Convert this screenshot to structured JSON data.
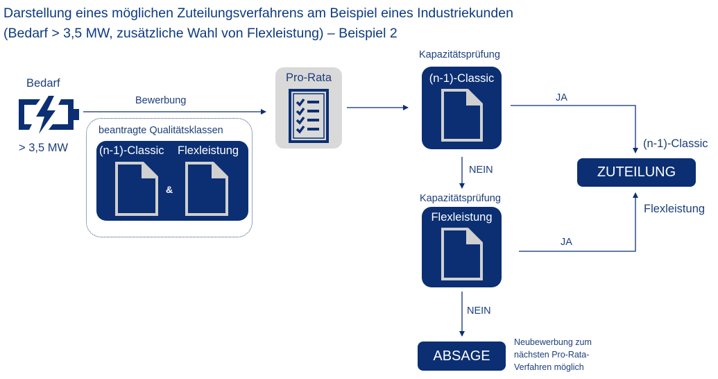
{
  "title": {
    "line1": "Darstellung eines möglichen Zuteilungsverfahrens am Beispiel eines Industriekunden",
    "line2": "(Bedarf > 3,5 MW, zusätzliche Wahl von Flexleistung) – Beispiel 2"
  },
  "colors": {
    "navy": "#0b2f72",
    "grey_box": "#d9d9d9",
    "doc_fill": "#d0d0d0",
    "text": "#1c3e7a"
  },
  "bedarf": {
    "label": "Bedarf",
    "value": "> 3,5 MW",
    "icon": "battery-charging-icon"
  },
  "bewerbung": {
    "label": "Bewerbung"
  },
  "requested": {
    "label": "beantragte Qualitätsklassen",
    "class1": "(n-1)-Classic",
    "connector": "&",
    "class2": "Flexleistung"
  },
  "prorata": {
    "label": "Pro-Rata",
    "icon": "checklist-icon"
  },
  "check1": {
    "heading": "Kapazitätsprüfung",
    "label": "(n-1)-Classic"
  },
  "check2": {
    "heading": "Kapazitätsprüfung",
    "label": "Flexleistung"
  },
  "edges": {
    "ja1": "JA",
    "nein1": "NEIN",
    "ja2": "JA",
    "nein2": "NEIN",
    "zuteilung_top_label": "(n-1)-Classic",
    "zuteilung_bottom_label": "Flexleistung"
  },
  "zuteilung": {
    "label": "ZUTEILUNG"
  },
  "absage": {
    "label": "ABSAGE",
    "note": [
      "Neubewerbung zum",
      "nächsten Pro-Rata-",
      "Verfahren möglich"
    ]
  }
}
